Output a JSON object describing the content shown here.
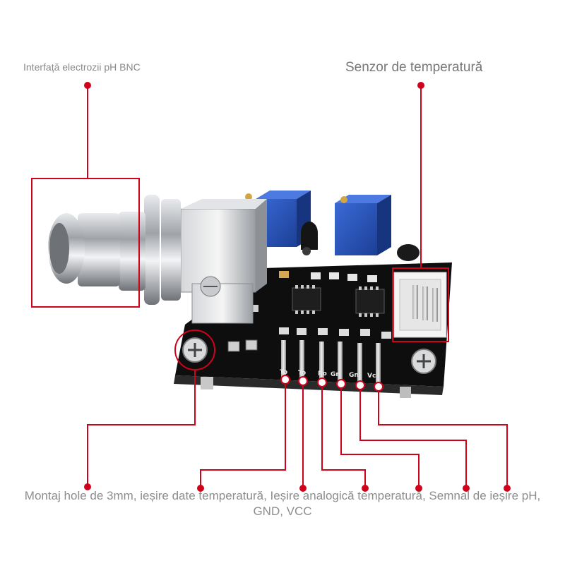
{
  "labels": {
    "bnc_interface": "Interfață electrozii pH BNC",
    "temp_sensor": "Senzor de temperatură",
    "caption": "Montaj hole de 3mm, ieșire date temperatură, Ieșire analogică temperatură, Semnal de ieșire pH, GND, VCC"
  },
  "pin_labels": [
    "To",
    "To",
    "Po",
    "Gn",
    "Gn",
    "Vc"
  ],
  "colors": {
    "callout_red": "#d0021b",
    "pcb_black": "#111111",
    "trimpot_blue": "#2450b8",
    "connector_white": "#f2f2f2",
    "bnc_metal": "#b9bcc0",
    "text_gray": "#8a8a8a"
  }
}
